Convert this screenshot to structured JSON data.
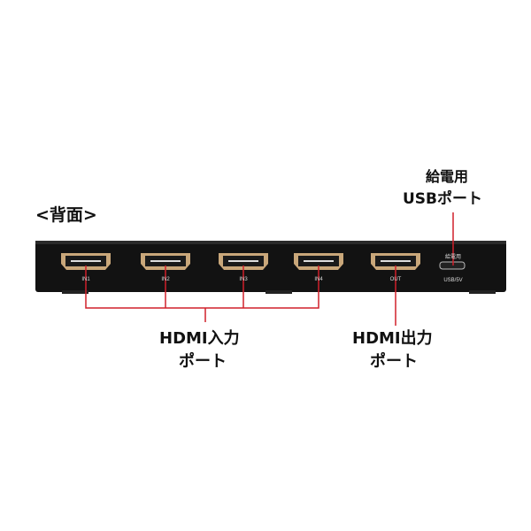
{
  "heading": "<背面>",
  "callouts": {
    "usb_power": {
      "line1": "給電用",
      "line2": "USBポート"
    },
    "hdmi_in": {
      "line1": "HDMI入力",
      "line2": "ポート"
    },
    "hdmi_out": {
      "line1": "HDMI出力",
      "line2": "ポート"
    }
  },
  "device": {
    "ports": [
      {
        "label": "IN1"
      },
      {
        "label": "IN2"
      },
      {
        "label": "IN3"
      },
      {
        "label": "IN4"
      },
      {
        "label": "OUT"
      }
    ],
    "usb_top_label": "給電用",
    "usb_label": "USB/5V"
  },
  "colors": {
    "callout_line": "#d0202a",
    "device_body": "#111111",
    "port_metal": "#c9a77a"
  }
}
